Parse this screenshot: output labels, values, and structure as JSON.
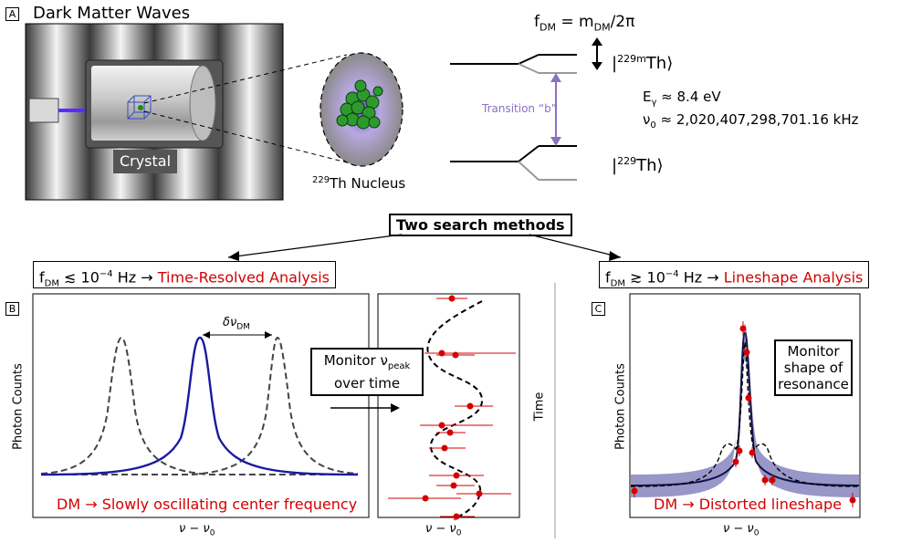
{
  "panelA": {
    "tag": "A",
    "title": "Dark Matter Waves",
    "crystal_label": "Crystal",
    "nucleus_label": "Th Nucleus",
    "nucleus_mass": "229",
    "fdm_eq": "f",
    "fdm_sub": "DM",
    "fdm_rhs": " = m",
    "fdm_rhs_sub": "DM",
    "fdm_rhs_end": "/2π",
    "upper_state": "|",
    "upper_sup": "229m",
    "upper_end": "Th⟩",
    "lower_state": "|",
    "lower_sup": "229",
    "lower_end": "Th⟩",
    "transition_label": "Transition “b”",
    "energy_line": "E",
    "energy_sub": "γ",
    "energy_val": " ≈ 8.4 eV",
    "freq_line": "ν",
    "freq_sub": "0",
    "freq_val": " ≈ 2,020,407,298,701.16 kHz"
  },
  "center": {
    "title": "Two search methods"
  },
  "panelB": {
    "tag": "B",
    "header_f": "f",
    "header_sub": "DM",
    "header_rel": " ≲ 10",
    "header_exp": "−4",
    "header_unit": " Hz → ",
    "header_method": "Time-Resolved Analysis",
    "delta_label": "δν",
    "delta_sub": "DM",
    "ylabel": "Photon Counts",
    "xlabel": "ν − ν",
    "xlabel_sub": "0",
    "caption": "DM → Slowly oscillating center frequency",
    "monitor_line1": "Monitor ν",
    "monitor_sub": "peak",
    "monitor_line2": "over time",
    "time_label": "Time",
    "xlabel2": "ν − ν",
    "xlabel2_sub": "0"
  },
  "panelC": {
    "tag": "C",
    "header_f": "f",
    "header_sub": "DM",
    "header_rel": " ≳ 10",
    "header_exp": "−4",
    "header_unit": " Hz → ",
    "header_method": "Lineshape Analysis",
    "ylabel": "Photon Counts",
    "xlabel": "ν − ν",
    "xlabel_sub": "0",
    "caption": "DM → Distorted lineshape",
    "monitor_l1": "Monitor",
    "monitor_l2": "shape of",
    "monitor_l3": "resonance"
  },
  "colors": {
    "red": "#d40000",
    "blue": "#1a1aa0",
    "purple": "#8a70c0",
    "band": "#6e6ab0"
  }
}
